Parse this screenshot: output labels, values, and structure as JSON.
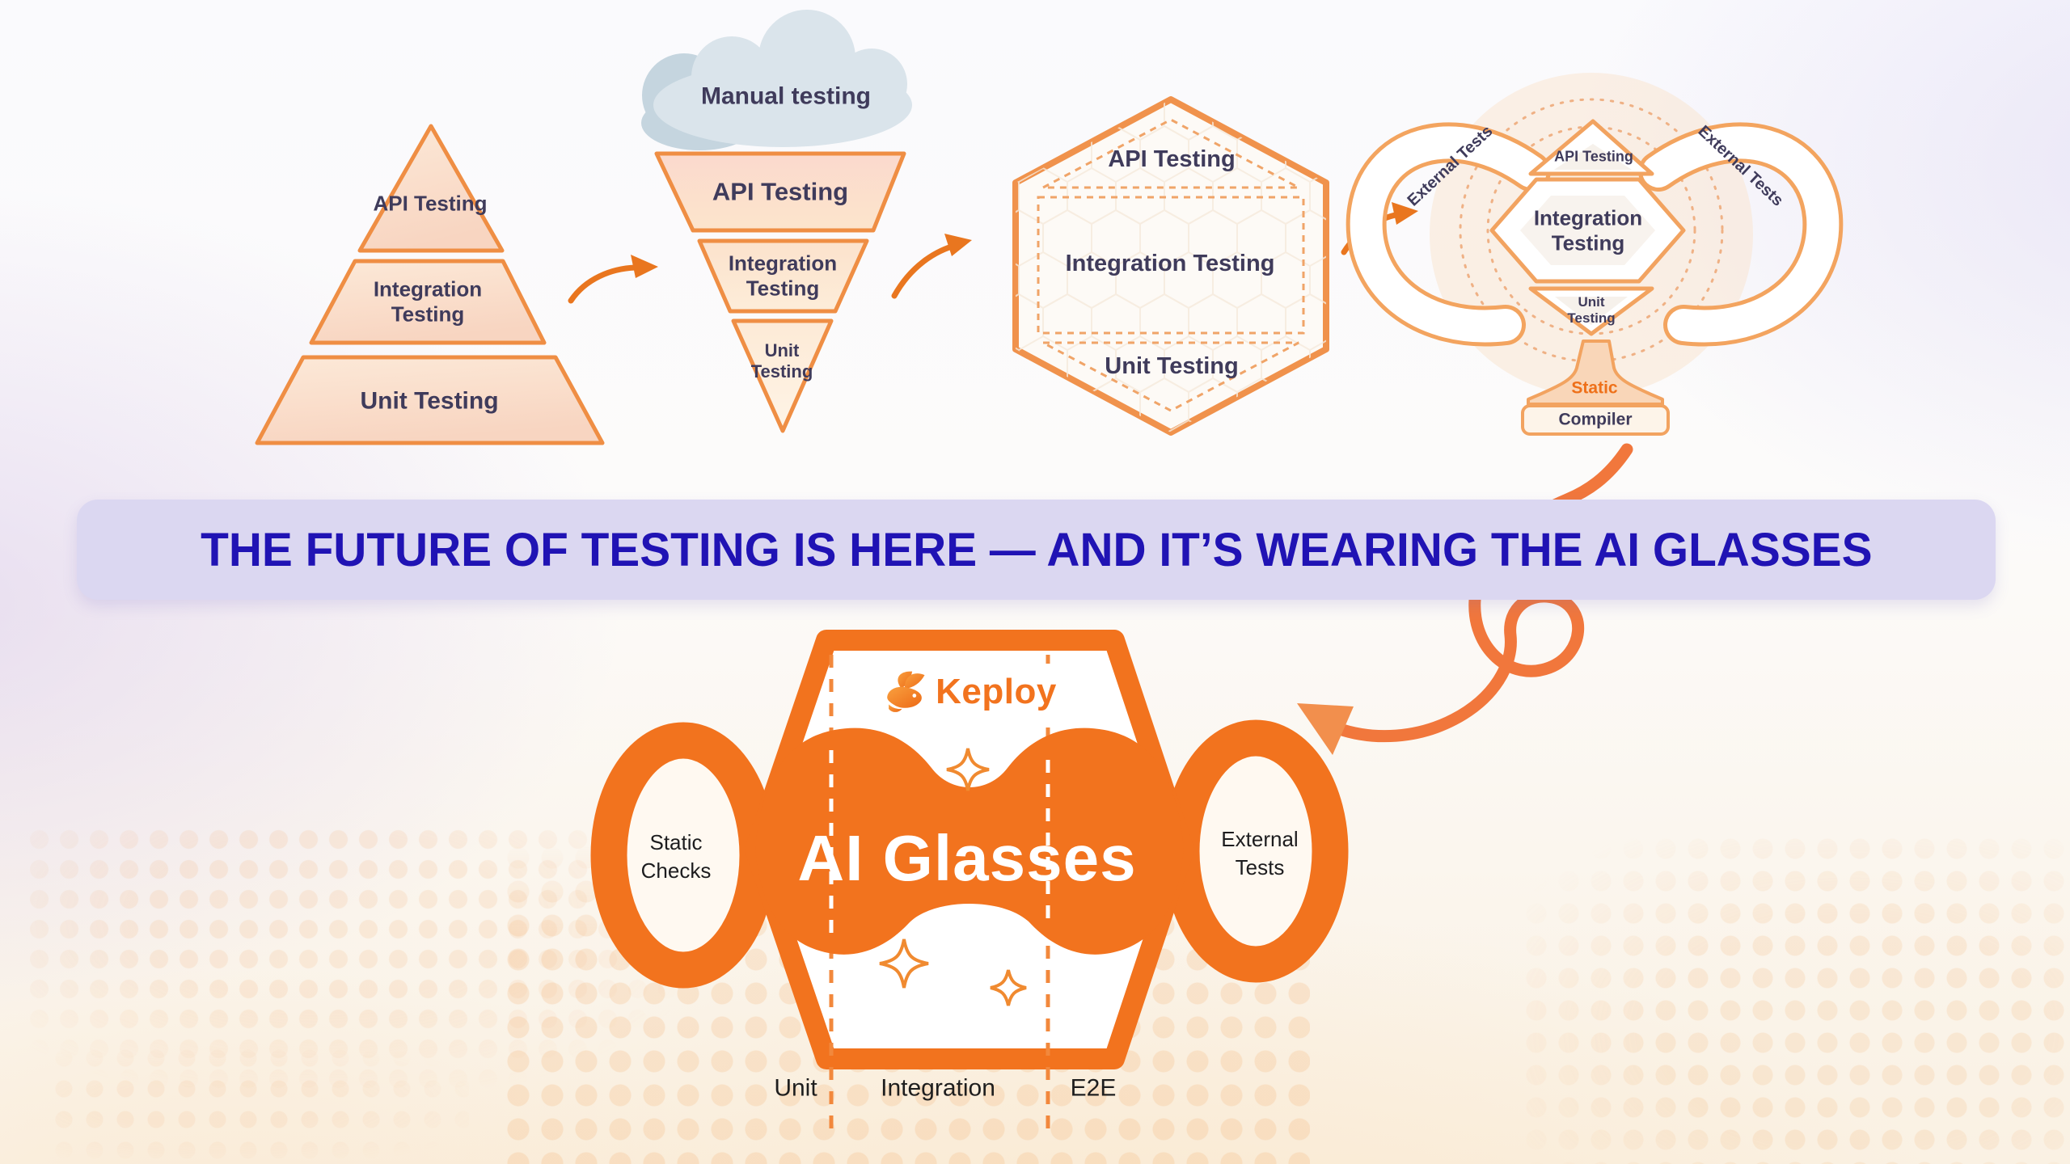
{
  "banner": {
    "text": "THE FUTURE OF TESTING IS HERE — AND IT’S WEARING THE AI GLASSES",
    "bg_color": "#DBD7F1",
    "text_color": "#2013B4"
  },
  "pyramid": {
    "levels": [
      {
        "label": "API Testing"
      },
      {
        "label": "Integration Testing"
      },
      {
        "label": "Unit Testing"
      }
    ]
  },
  "funnel": {
    "cloud_label": "Manual testing",
    "levels": [
      {
        "label": "API Testing"
      },
      {
        "label": "Integration Testing"
      },
      {
        "label": "Unit Testing"
      }
    ]
  },
  "honeycomb": {
    "levels": [
      {
        "label": "API Testing"
      },
      {
        "label": "Integration Testing"
      },
      {
        "label": "Unit Testing"
      }
    ]
  },
  "trophy": {
    "handle_left_label": "External Tests",
    "handle_right_label": "External Tests",
    "levels": [
      {
        "label": "API Testing"
      },
      {
        "label": "Integration Testing"
      },
      {
        "label": "Unit Testing"
      }
    ],
    "stem_label": "Static",
    "base_label": "Compiler"
  },
  "glasses": {
    "brand": "Keploy",
    "title": "AI Glasses",
    "left_ring_label": "Static Checks",
    "right_ring_label": "External Tests",
    "columns": [
      {
        "label": "Unit"
      },
      {
        "label": "Integration"
      },
      {
        "label": "E2E"
      }
    ]
  },
  "colors": {
    "orange": "#F2731E",
    "orange_stroke": "#EF8A3C",
    "navy": "#3F3B5B",
    "banner_bg": "#DBD7F1",
    "banner_text": "#2013B4",
    "cloud": "#D9E3EA"
  }
}
